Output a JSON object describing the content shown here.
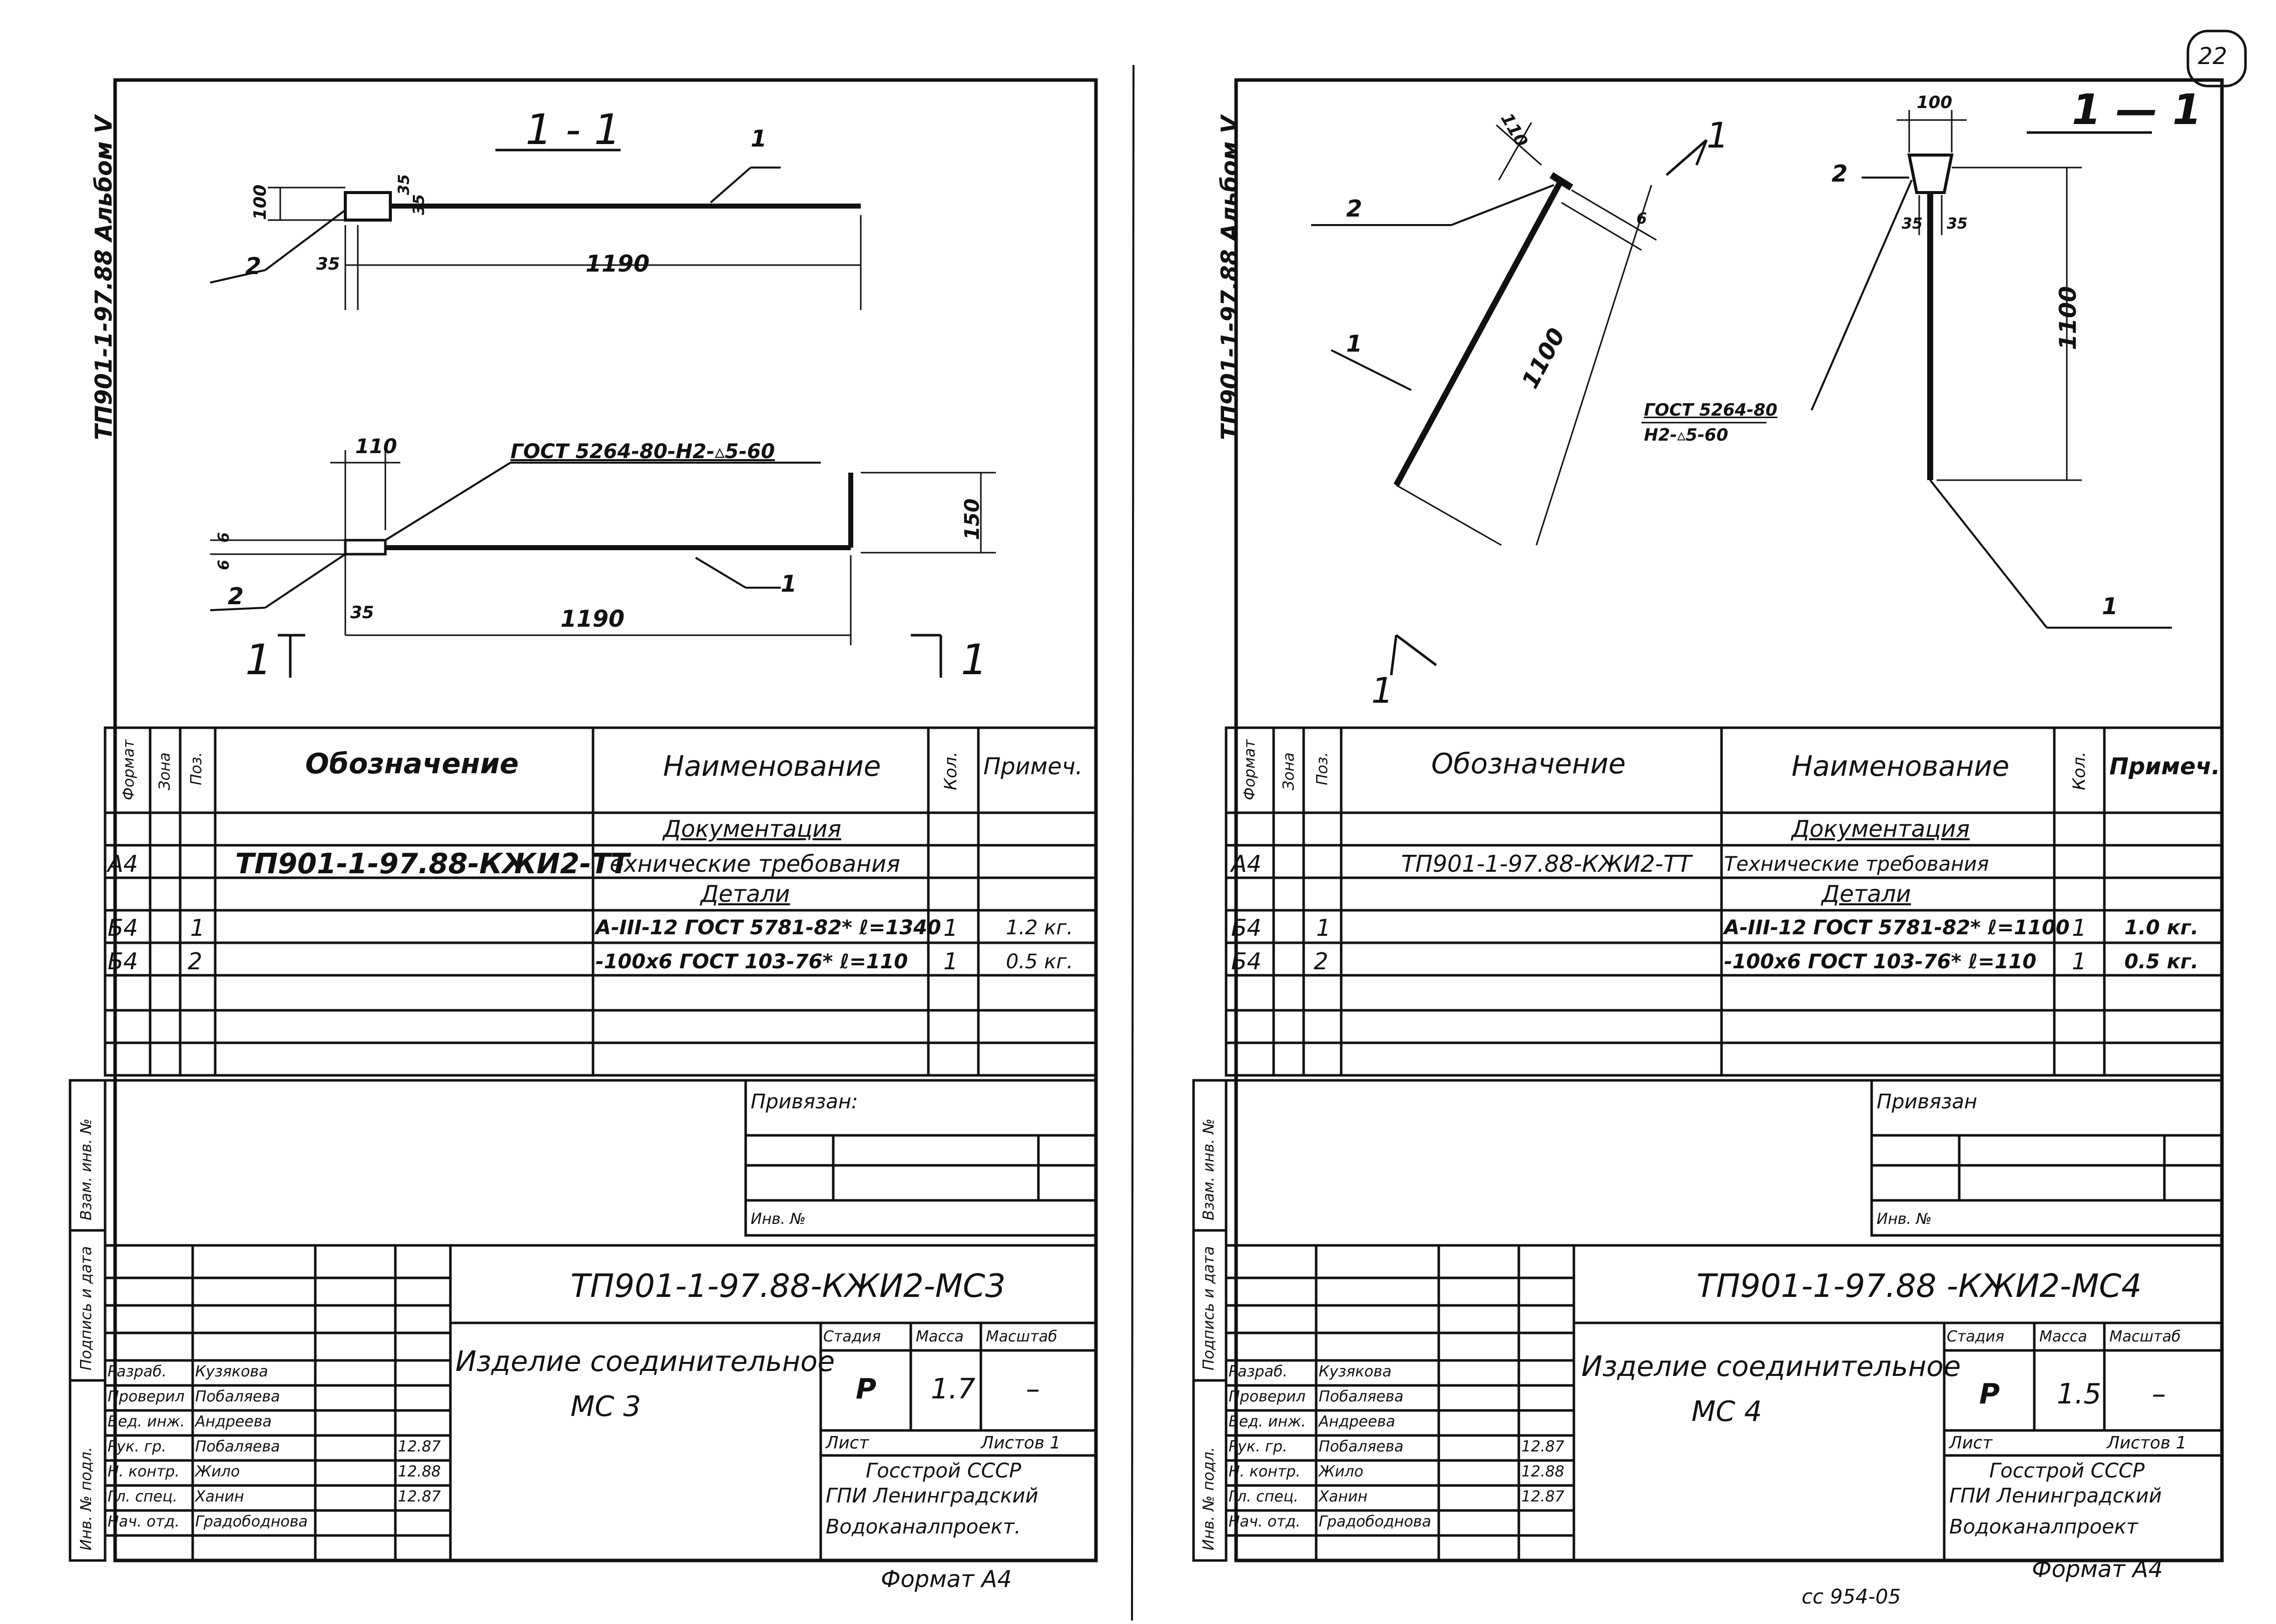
{
  "page_number": "22",
  "footer_stamp": "сс 954-05",
  "sheets": [
    {
      "album_label": "ТП901-1-97.88 Альбом V",
      "section_label": "1 - 1",
      "section_marks": [
        "1",
        "1"
      ],
      "dims": {
        "top_h": "100",
        "top_sm1": "35",
        "top_sm2": "35",
        "top_offset": "35",
        "top_len": "1190",
        "bot_plate": "110",
        "bot_h": "150",
        "bot_t": "6",
        "bot_t2": "6",
        "bot_offset": "35",
        "bot_len": "1190"
      },
      "pos_labels": {
        "bar_top": "1",
        "plate_top": "2",
        "bar_bot": "1",
        "plate_bot": "2"
      },
      "weld_note": "ГОСТ 5264-80-Н2-▵5-60",
      "table": {
        "headers": {
          "format": "Формат",
          "zone": "Зона",
          "pos": "Поз.",
          "designation": "Обозначение",
          "name": "Наименование",
          "qty": "Кол.",
          "note": "Примеч."
        },
        "section_docs": "Документация",
        "section_parts": "Детали",
        "rows": [
          {
            "format": "А4",
            "pos": "",
            "designation": "ТП901-1-97.88-КЖИ2-ТТ",
            "name": "Технические требования",
            "qty": "",
            "note": ""
          },
          {
            "format": "Б4",
            "pos": "1",
            "designation": "",
            "name": "А-III-12 ГОСТ 5781-82* ℓ=1340",
            "qty": "1",
            "note": "1.2 кг."
          },
          {
            "format": "Б4",
            "pos": "2",
            "designation": "",
            "name": "-100х6 ГОСТ 103-76* ℓ=110",
            "qty": "1",
            "note": "0.5 кг."
          }
        ]
      },
      "side_labels": [
        "Взам. инв. №",
        "Подпись и дата",
        "Инв. № подл."
      ],
      "privyazan": "Привязан:",
      "inv_no": "Инв. №",
      "title_block": {
        "code": "ТП901-1-97.88-КЖИ2-МС3",
        "item_name_1": "Изделие соединительное",
        "item_name_2": "МС 3",
        "stage_h": "Стадия",
        "mass_h": "Масса",
        "scale_h": "Масштаб",
        "stage": "Р",
        "mass": "1.7",
        "scale": "–",
        "sheet_h": "Лист",
        "sheets_h": "Листов 1",
        "org_1": "Госстрой СССР",
        "org_2": "ГПИ Ленинградский",
        "org_3": "Водоканалпроект.",
        "roles": [
          "Разраб.",
          "Проверил",
          "Вед. инж.",
          "Рук. гр.",
          "Н. контр.",
          "Гл. спец.",
          "Нач. отд."
        ],
        "names": [
          "Кузякова",
          "Побаляева",
          "Андреева",
          "Побаляева",
          "Жило",
          "Ханин",
          "Градободнова"
        ],
        "dates": [
          "",
          "",
          "",
          "12.87",
          "12.88",
          "12.87",
          ""
        ]
      },
      "format_label": "Формат А4"
    },
    {
      "album_label": "ТП901-1-97.88 Альбом V",
      "section_label": "1 — 1",
      "section_marks": [
        "1",
        "1"
      ],
      "dims": {
        "plate": "110",
        "plate_t": "6",
        "bar_len": "1100",
        "top_w": "100",
        "sm1": "35",
        "sm2": "35",
        "vert_len": "1100"
      },
      "pos_labels": {
        "plate_left": "2",
        "bar_left": "1",
        "plate_right": "2",
        "bar_right": "1"
      },
      "weld_note_1": "ГОСТ 5264-80",
      "weld_note_2": "Н2-▵5-60",
      "table": {
        "headers": {
          "format": "Формат",
          "zone": "Зона",
          "pos": "Поз.",
          "designation": "Обозначение",
          "name": "Наименование",
          "qty": "Кол.",
          "note": "Примеч."
        },
        "section_docs": "Документация",
        "section_parts": "Детали",
        "rows": [
          {
            "format": "А4",
            "pos": "",
            "designation": "ТП901-1-97.88-КЖИ2-ТТ",
            "name": "Технические требования",
            "qty": "",
            "note": ""
          },
          {
            "format": "Б4",
            "pos": "1",
            "designation": "",
            "name": "А-III-12 ГОСТ 5781-82* ℓ=1100",
            "qty": "1",
            "note": "1.0 кг."
          },
          {
            "format": "Б4",
            "pos": "2",
            "designation": "",
            "name": "-100х6 ГОСТ 103-76* ℓ=110",
            "qty": "1",
            "note": "0.5 кг."
          }
        ]
      },
      "side_labels": [
        "Взам. инв. №",
        "Подпись и дата",
        "Инв. № подл."
      ],
      "privyazan": "Привязан",
      "inv_no": "Инв. №",
      "title_block": {
        "code": "ТП901-1-97.88 -КЖИ2-МС4",
        "item_name_1": "Изделие соединительное",
        "item_name_2": "МС 4",
        "stage_h": "Стадия",
        "mass_h": "Масса",
        "scale_h": "Масштаб",
        "stage": "Р",
        "mass": "1.5",
        "scale": "–",
        "sheet_h": "Лист",
        "sheets_h": "Листов 1",
        "org_1": "Госстрой СССР",
        "org_2": "ГПИ Ленинградский",
        "org_3": "Водоканалпроект",
        "roles": [
          "Разраб.",
          "Проверил",
          "Вед. инж.",
          "Рук. гр.",
          "Н. контр.",
          "Гл. спец.",
          "Нач. отд."
        ],
        "names": [
          "Кузякова",
          "Побаляева",
          "Андреева",
          "Побаляева",
          "Жило",
          "Ханин",
          "Градободнова"
        ],
        "dates": [
          "",
          "",
          "",
          "12.87",
          "12.88",
          "12.87",
          ""
        ]
      },
      "format_label": "Формат А4"
    }
  ]
}
